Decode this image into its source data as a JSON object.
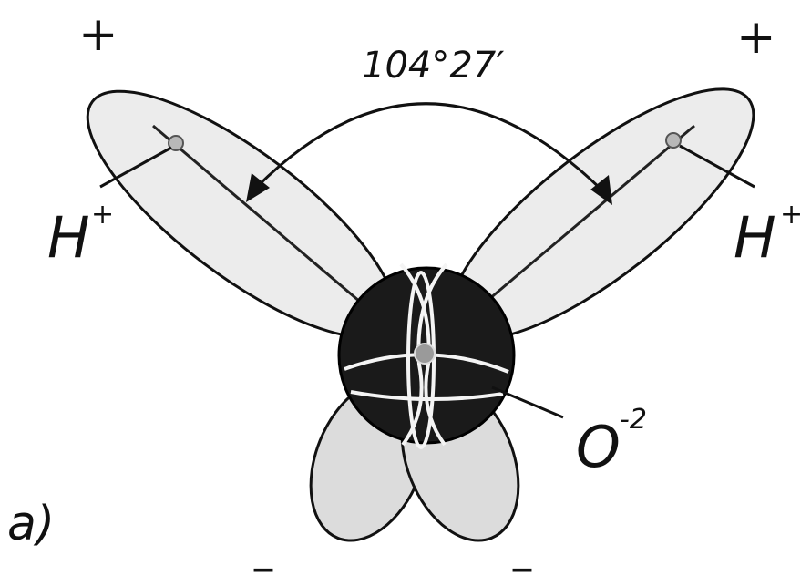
{
  "angle_label": "104°27′",
  "hydrogen_left": {
    "symbol": "H",
    "charge": "+"
  },
  "hydrogen_right": {
    "symbol": "H",
    "charge": "+"
  },
  "oxygen": {
    "symbol": "O",
    "charge": "-2"
  },
  "signs": {
    "top_left": "+",
    "top_right": "+",
    "bottom_left": "–",
    "bottom_right": "–"
  },
  "panel_label": "a)"
}
